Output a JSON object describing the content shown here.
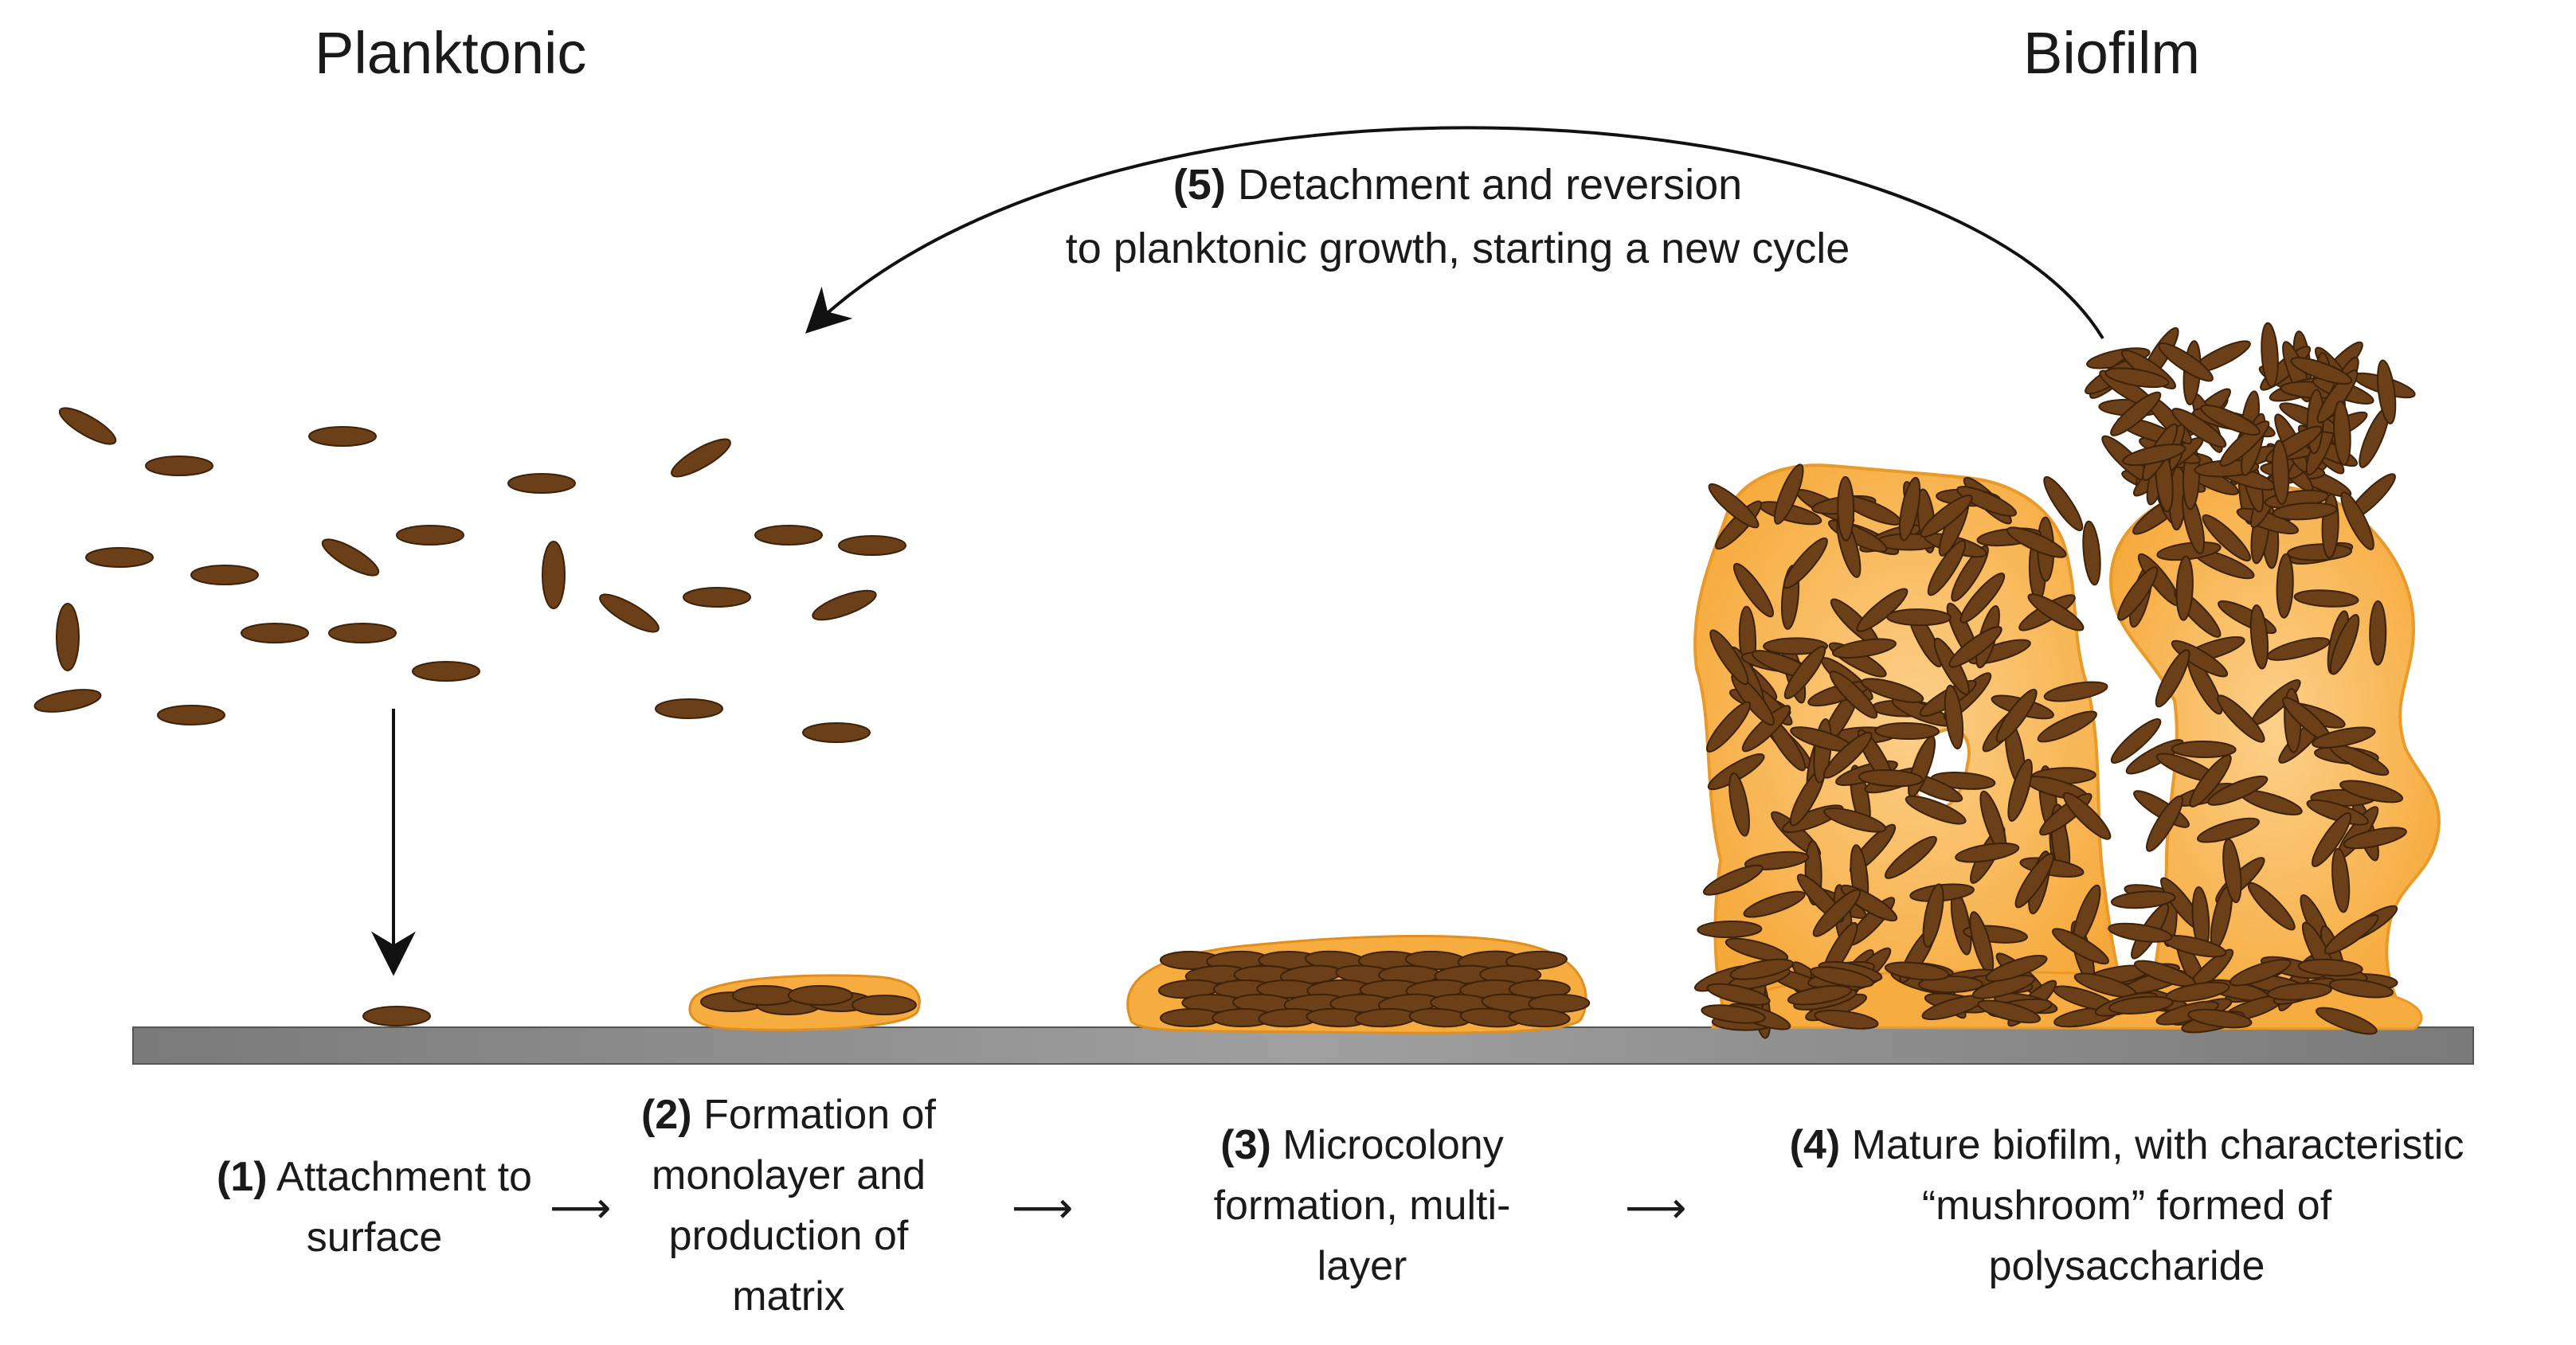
{
  "headings": {
    "left": "Planktonic",
    "right": "Biofilm"
  },
  "cycle": {
    "num": "(5)",
    "line1": "Detachment and reversion",
    "line2": "to planktonic growth, starting a new cycle"
  },
  "stages": [
    {
      "num": "(1)",
      "lines": [
        "Attachment to",
        "surface"
      ]
    },
    {
      "num": "(2)",
      "lines": [
        "Formation of",
        "monolayer and",
        "production of",
        "matrix"
      ]
    },
    {
      "num": "(3)",
      "lines": [
        "Microcolony",
        "formation, multi-",
        "layer"
      ]
    },
    {
      "num": "(4)",
      "lines": [
        "Mature biofilm, with characteristic",
        "“mushroom” formed of",
        "polysaccharide"
      ]
    }
  ],
  "colors": {
    "bacteria": "#6b3f17",
    "bacteria_edge": "#3d220a",
    "matrix": "#f6ac3e",
    "matrix_light": "#fcc878",
    "surface": "#8a8a8a"
  }
}
